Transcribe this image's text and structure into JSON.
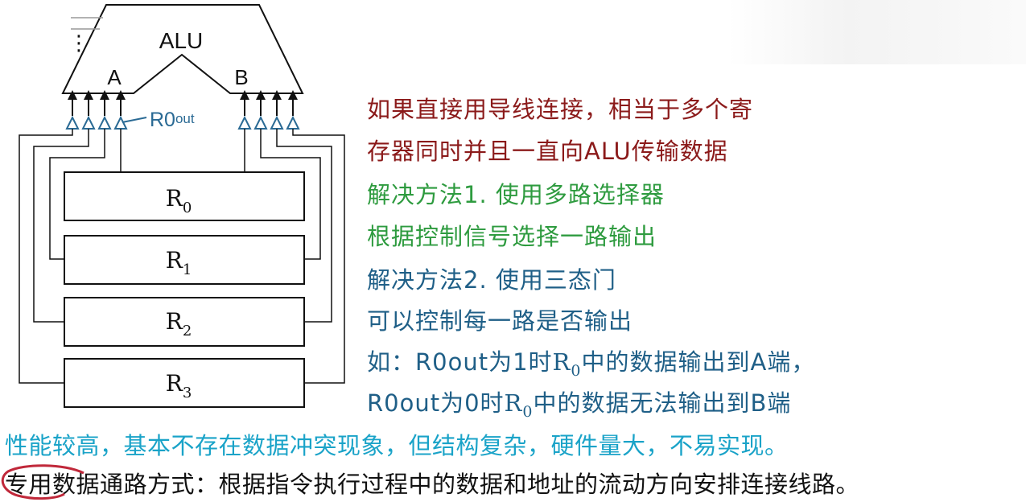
{
  "colors": {
    "dark_red": "#8b1a1a",
    "green": "#2e9b3f",
    "teal": "#1f5f87",
    "cyan": "#1aa3c8",
    "black": "#111111",
    "circle": "#c0283a"
  },
  "diagram": {
    "alu_label": "ALU",
    "port_a": "A",
    "port_b": "B",
    "dots": "⋮",
    "control_label": "R0",
    "control_sub": "out",
    "registers": [
      {
        "name": "R",
        "sub": "0"
      },
      {
        "name": "R",
        "sub": "1"
      },
      {
        "name": "R",
        "sub": "2"
      },
      {
        "name": "R",
        "sub": "3"
      }
    ]
  },
  "text": {
    "line1": "如果直接用导线连接，相当于多个寄",
    "line2": "存器同时并且一直向ALU传输数据",
    "line3": "解决方法1. 使用多路选择器",
    "line4": "根据控制信号选择一路输出",
    "line5": "解决方法2. 使用三态门",
    "line6": "可以控制每一路是否输出",
    "line7_a": "如：R0out为1时",
    "line7_r": "R",
    "line7_sub": "0",
    "line7_b": "中的数据输出到A端，",
    "line8_a": "R0out为0时",
    "line8_r": "R",
    "line8_sub": "0",
    "line8_b": "中的数据无法输出到B端",
    "line9": "性能较高，基本不存在数据冲突现象，但结构复杂，硬件量大，不易实现。",
    "line10": "专用数据通路方式：根据指令执行过程中的数据和地址的流动方向安排连接线路。"
  }
}
